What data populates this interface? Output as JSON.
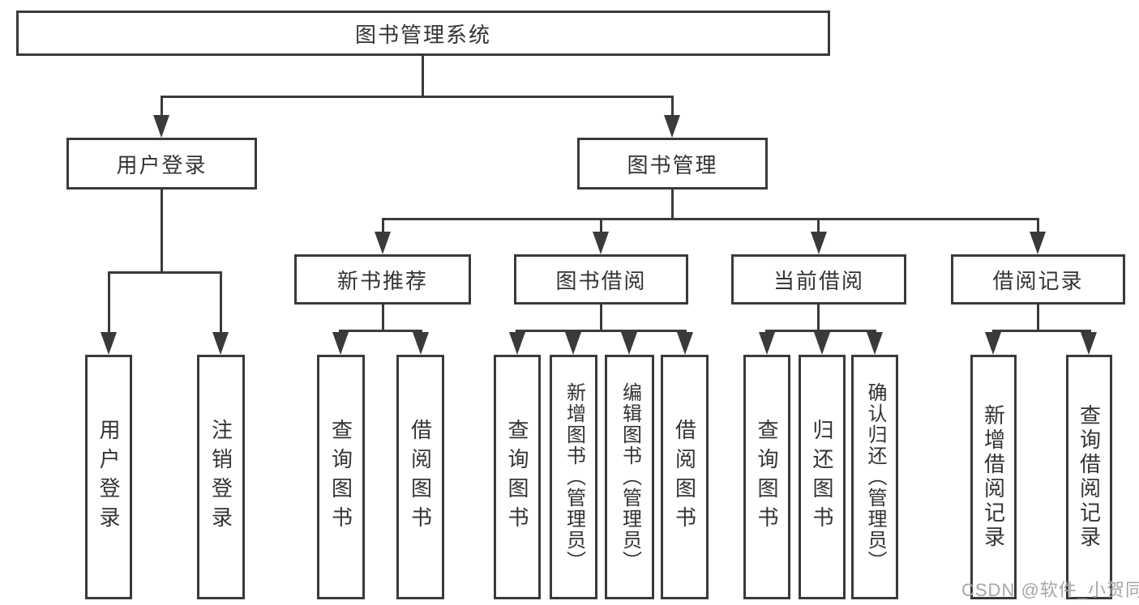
{
  "diagram": {
    "root": {
      "label": "图书管理系统"
    },
    "level2": [
      {
        "label": "用户登录"
      },
      {
        "label": "图书管理"
      }
    ],
    "level3": [
      {
        "label": "新书推荐"
      },
      {
        "label": "图书借阅"
      },
      {
        "label": "当前借阅"
      },
      {
        "label": "借阅记录"
      }
    ],
    "leaves": [
      {
        "label": "用户登录"
      },
      {
        "label": "注销登录"
      },
      {
        "label": "查询图书"
      },
      {
        "label": "借阅图书"
      },
      {
        "label": "查询图书"
      },
      {
        "label": "新增图书（管理员）"
      },
      {
        "label": "编辑图书（管理员）"
      },
      {
        "label": "借阅图书"
      },
      {
        "label": "查询图书"
      },
      {
        "label": "归还图书"
      },
      {
        "label": "确认归还（管理员）"
      },
      {
        "label": "新增借阅记录"
      },
      {
        "label": "查询借阅记录"
      }
    ],
    "colors": {
      "line": "#3a3a3a",
      "text": "#333333",
      "watermark": "#a6a6aa"
    }
  },
  "watermark": {
    "text": "CSDN @软件_小贺同学"
  }
}
